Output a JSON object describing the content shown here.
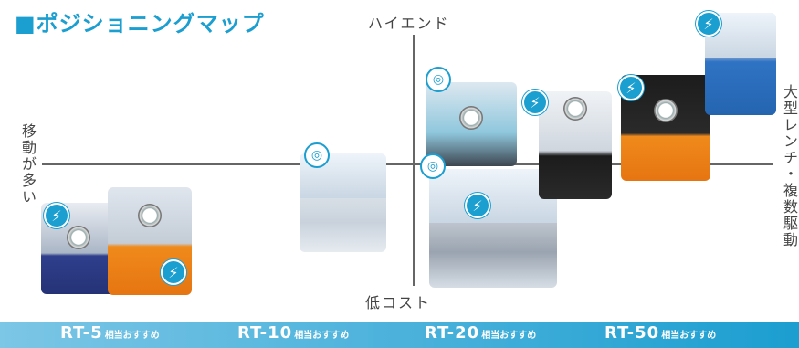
{
  "title": "■ポジショニングマップ",
  "axes": {
    "top": "ハイエンド",
    "bottom": "低コスト",
    "left": "移動が多い",
    "right": "大型レンチ・複数駆動"
  },
  "colors": {
    "accent": "#1b9ed0",
    "bar_start": "#7cc6e6",
    "bar_end": "#1b9ed0"
  },
  "recommendations": [
    {
      "model": "RT-5",
      "suffix": "相当おすすめ"
    },
    {
      "model": "RT-10",
      "suffix": "相当おすすめ"
    },
    {
      "model": "RT-20",
      "suffix": "相当おすすめ"
    },
    {
      "model": "RT-50",
      "suffix": "相当おすすめ"
    }
  ],
  "icons": [
    "lightning-icon",
    "spiral-icon"
  ]
}
